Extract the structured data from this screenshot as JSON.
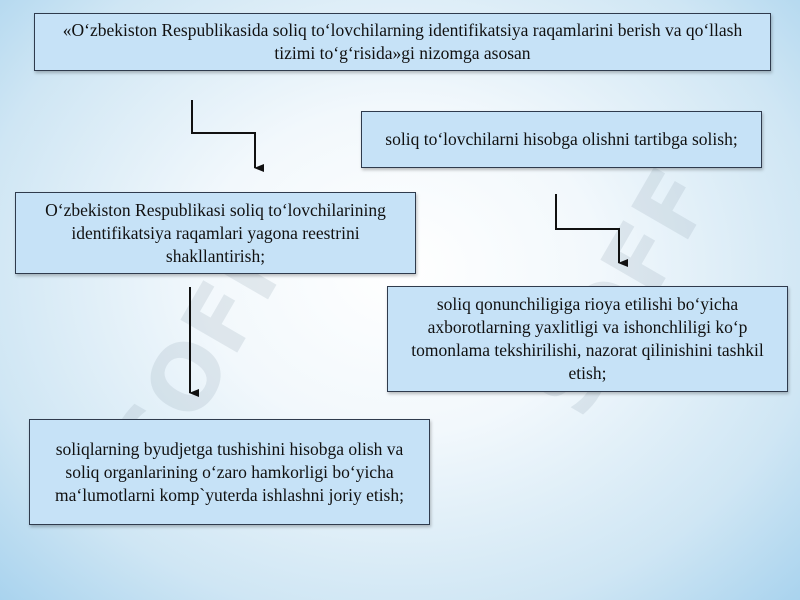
{
  "boxes": {
    "top": "«O‘zbekiston Respublikasida soliq to‘lovchilarning identifikatsiya raqamlarini berish va qo‘llash tizimi to‘g‘risida»gi nizomga asosan",
    "right_1": "soliq to‘lovchilarni hisobga olishni tartibga solish;",
    "left_1": "O‘zbekiston Respublikasi soliq to‘lovchilarining identifikatsiya raqamlari yagona reestrini shakllantirish;",
    "right_2": "soliq qonunchiligiga rioya etilishi bo‘yicha axborotlarning yaxlitligi va ishonchliligi ko‘p tomonlama tekshirilishi, nazorat qilinishini tashkil etish;",
    "left_2": "soliqlarning byudjetga tushishini hisobga olish va soliq organlarining o‘zaro hamkorligi bo‘yicha ma‘lumotlarni komp`yuterda ishlashni joriy etish;"
  },
  "watermark_text": "SOFF",
  "colors": {
    "box_fill": "#c6e2f7",
    "box_border": "#2f3b4d",
    "arrow": "#111111"
  }
}
